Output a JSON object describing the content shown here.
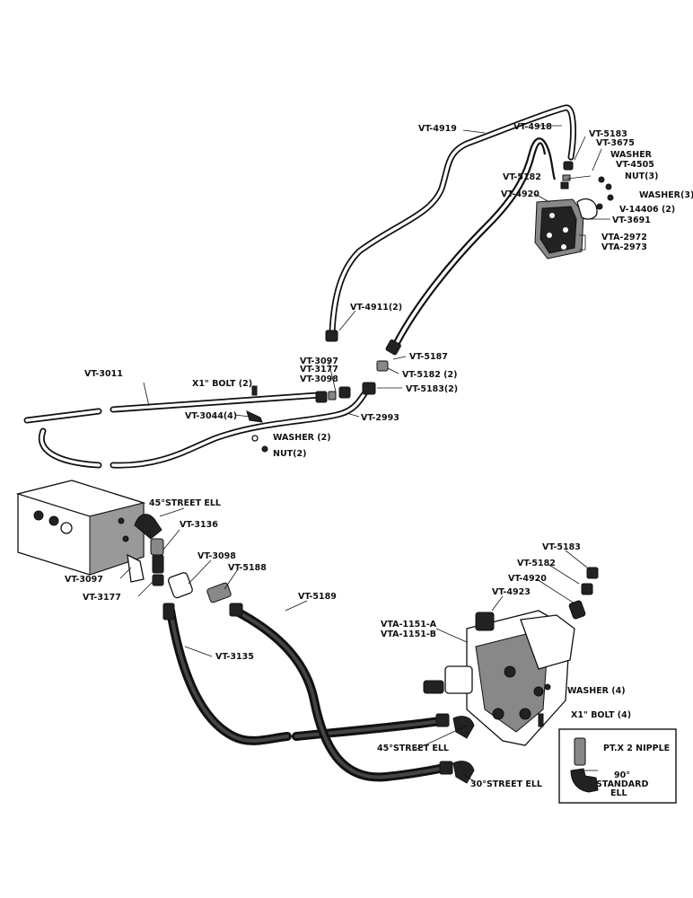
{
  "labels": {
    "vt4918": "VT-4918",
    "vt4919": "VT-4919",
    "vt5183_top": "VT-5183",
    "vt3675": "VT-3675",
    "washer_top": "WASHER",
    "vt4505": "VT-4505",
    "nut3": "NUT(3)",
    "vt5182_top": "VT-5182",
    "vt4920_top": "VT-4920",
    "washer3": "WASHER(3)",
    "v14406": "V-14406 (2)",
    "vt3691": "VT-3691",
    "vta2972": "VTA-2972",
    "vta2973": "VTA-2973",
    "vt4911": "VT-4911(2)",
    "vt3097_mid": "VT-3097",
    "vt3177_mid": "VT-3177",
    "vt3098_mid": "VT-3098",
    "vt5187": "VT-5187",
    "vt5182_2": "VT-5182 (2)",
    "vt5183_2": "VT-5183(2)",
    "vt3011": "VT-3011",
    "bolt2": "X1\" BOLT  (2)",
    "vt3044": "VT-3044(4)",
    "vt2993": "VT-2993",
    "washer2": "WASHER (2)",
    "nut2": "NUT(2)",
    "street45_top": "45°STREET  ELL",
    "vt3136": "VT-3136",
    "vt3098_low": "VT-3098",
    "vt5188": "VT-5188",
    "vt3097_low": "VT-3097",
    "vt3177_low": "VT-3177",
    "vt5189": "VT-5189",
    "vt5183_low": "VT-5183",
    "vt5182_low": "VT-5182",
    "vt4920_low": "VT-4920",
    "vt4923": "VT-4923",
    "vta1151a": "VTA-1151-A",
    "vta1151b": "VTA-1151-B",
    "vt3135": "VT-3135",
    "washer4": "WASHER (4)",
    "bolt4": "X1\" BOLT  (4)",
    "street45_low": "45°STREET ELL",
    "street30": "30°STREET ELL",
    "nipple": "PT.X 2  NIPPLE",
    "std_ell_1": "90°",
    "std_ell_2": "STANDARD",
    "std_ell_3": "ELL"
  }
}
